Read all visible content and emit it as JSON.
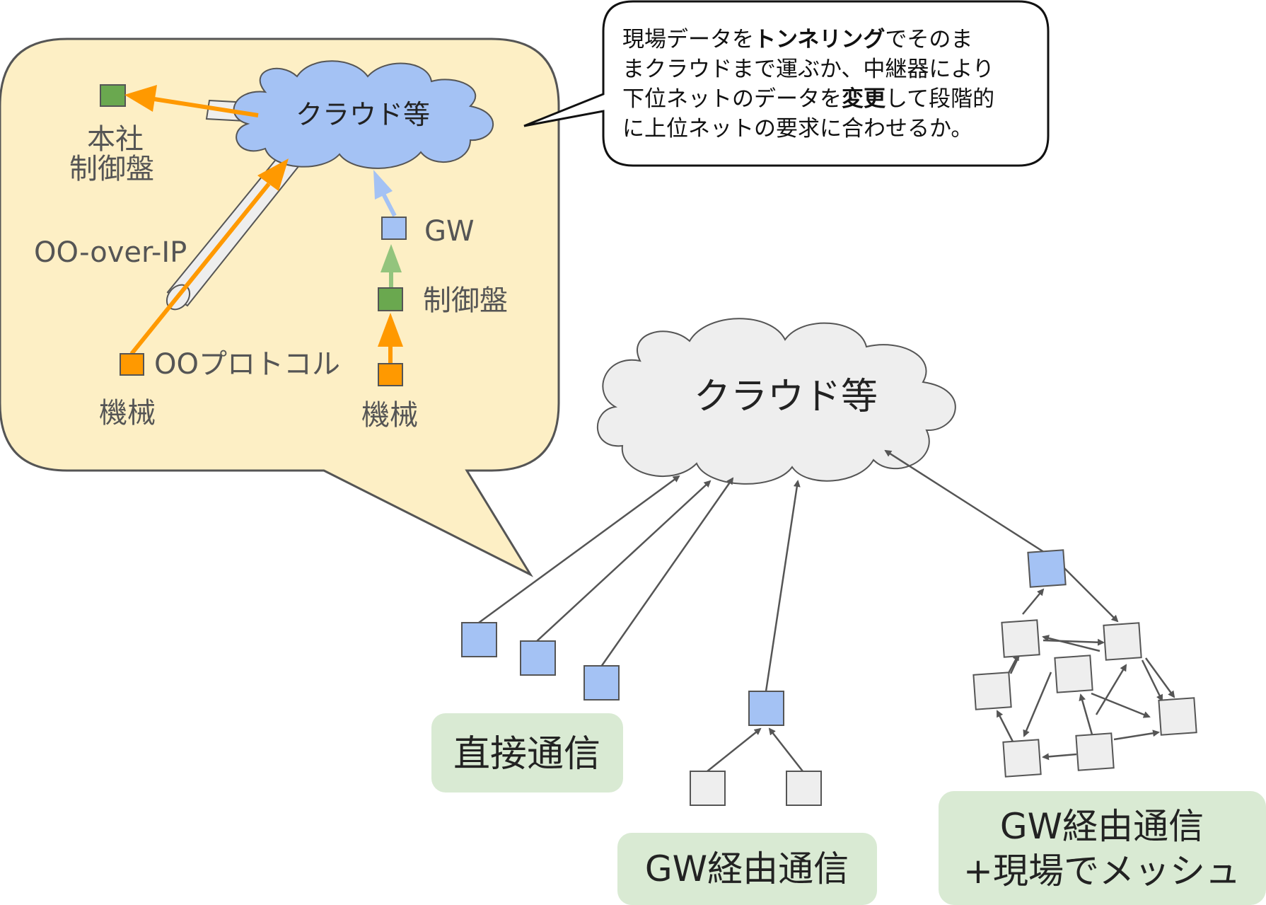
{
  "callout": {
    "cloud_label": "クラウド等",
    "hq_label_line1": "本社",
    "hq_label_line2": "制御盤",
    "tunnel_label": "OO-over-IP",
    "protocol_label": "OOプロトコル",
    "machine_left_label": "機械",
    "machine_right_label": "機械",
    "gw_label": "GW",
    "control_panel_label": "制御盤"
  },
  "note": {
    "line1_pre": "現場データを",
    "line1_bold": "トンネリング",
    "line1_post": "でそのま",
    "line2": "まクラウドまで運ぶか、中継器により",
    "line3_pre": "下位ネットのデータを",
    "line3_bold": "変更",
    "line3_post": "して段階的",
    "line4": "に上位ネットの要求に合わせるか。"
  },
  "main": {
    "cloud_label": "クラウド等",
    "label_direct": "直接通信",
    "label_gw": "GW経由通信",
    "label_mesh_line1": "GW経由通信",
    "label_mesh_line2": "+現場でメッシュ"
  },
  "colors": {
    "callout_fill": "#fdefc5",
    "blue_node": "#a4c2f4",
    "green_node": "#6aa84f",
    "orange": "#ff9900",
    "light_blue_arrow": "#a4c2f4",
    "light_green_arrow": "#93c47d",
    "grey_node": "#eeeeee",
    "cloud_blue": "#a4c2f4",
    "cloud_grey": "#eeeeee",
    "label_box_green": "#d9ead3",
    "dark_arrow": "#555555"
  }
}
